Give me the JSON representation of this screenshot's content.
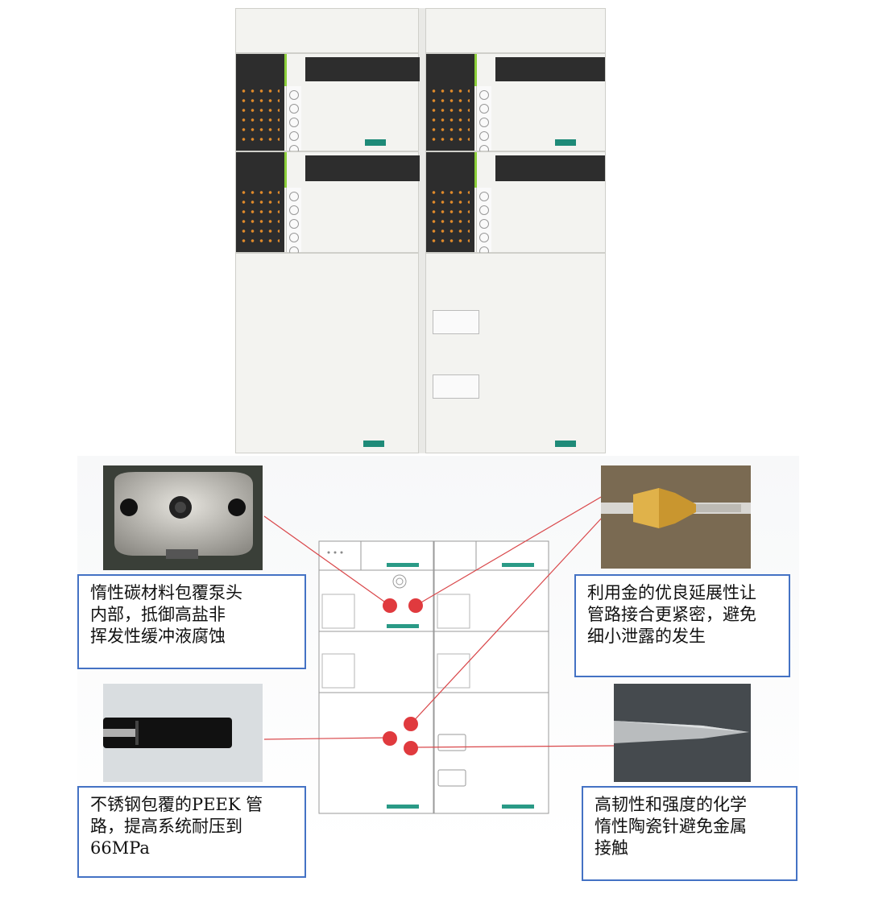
{
  "callouts": {
    "top_left": "惰性碳材料包覆泵头\n内部，抵御高盐非\n挥发性缓冲液腐蚀",
    "top_right": "利用金的优良延展性让\n管路接合更紧密，避免\n细小泄露的发生",
    "bottom_left": "不锈钢包覆的PEEK 管\n路，提高系统耐压到\n66MPa",
    "bottom_right": "高韧性和强度的化学\n惰性陶瓷针避免金属\n接触"
  },
  "colors": {
    "callout_border": "#4472c4",
    "leader_line": "#d9474a",
    "marker": "#e03a3e",
    "status_strip": "#8ccf3a"
  },
  "icons": {
    "pump_head": "pump-head-photo",
    "gold_fitting": "gold-fitting-photo",
    "peek_tube": "peek-tube-photo",
    "ceramic_needle": "ceramic-needle-photo"
  }
}
